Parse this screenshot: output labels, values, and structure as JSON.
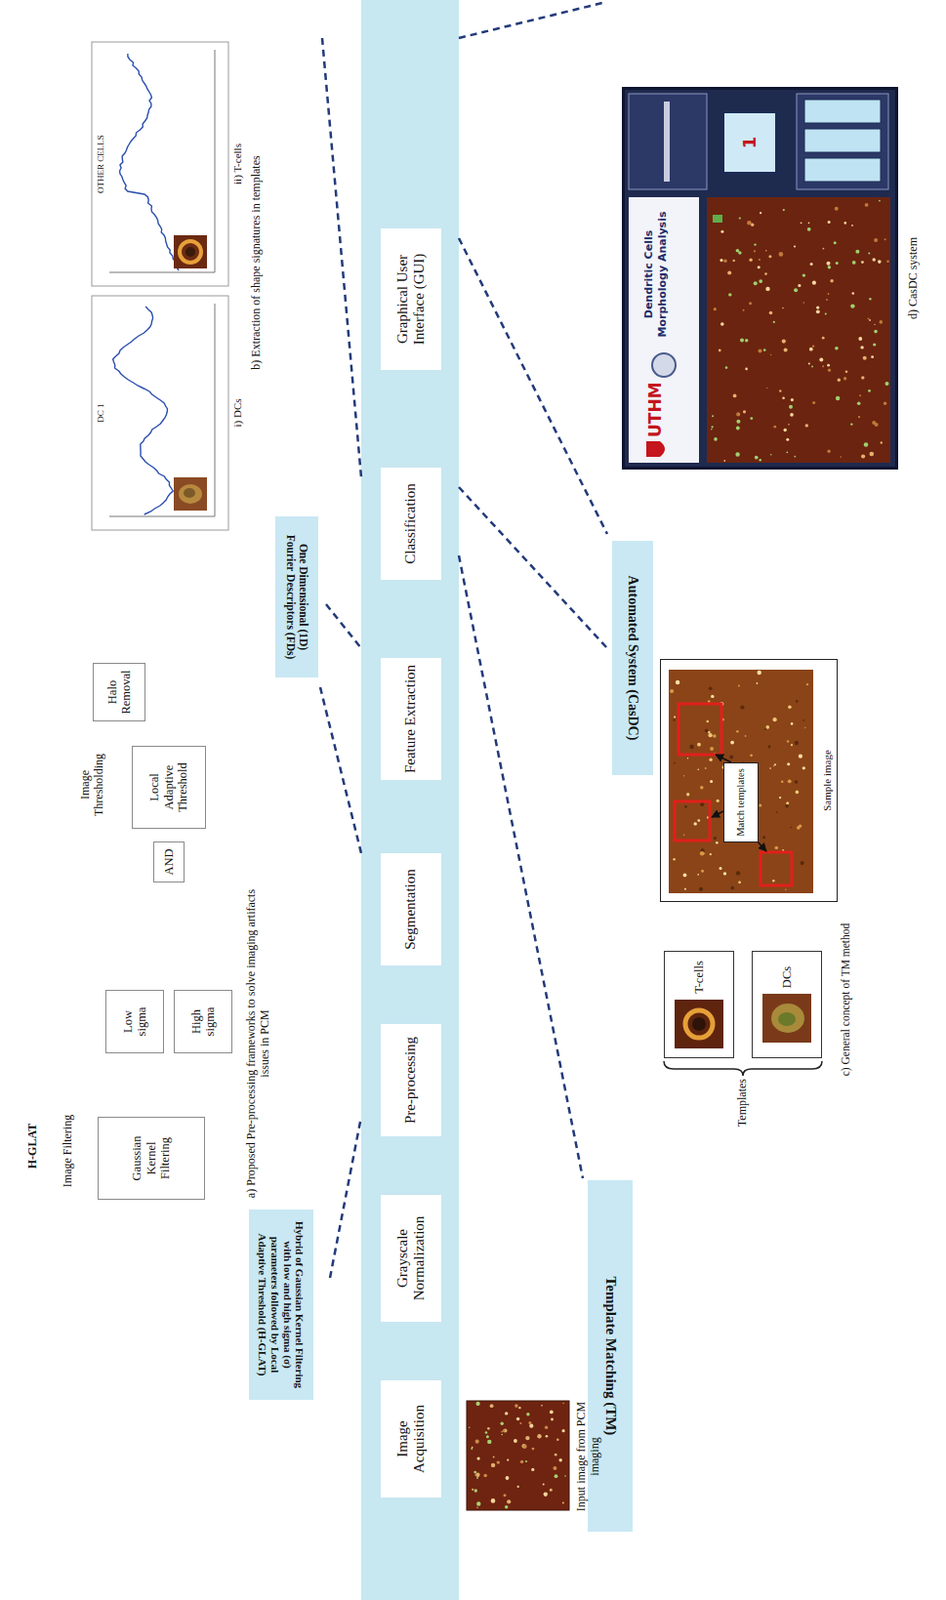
{
  "diagram": {
    "nodes": [
      {
        "text": [
          "Image Acquisition"
        ]
      },
      {
        "text": [
          "Grayscale Normalization"
        ]
      },
      {
        "text": [
          "Pre-processing"
        ]
      },
      {
        "text": [
          "Segmentation"
        ]
      },
      {
        "text": [
          "Feature Extraction"
        ]
      },
      {
        "text": [
          "Classification"
        ]
      },
      {
        "text": [
          "Graphical User Interface (GUI)"
        ]
      },
      {
        "text": [
          "Hybrid of Gaussian Kernel Filtering with low and high sigma (σ) parameters followed by Local Adaptive Threshold (H-GLAT)"
        ]
      },
      {
        "text": [
          "Gaussian Kernel Filtering"
        ]
      },
      {
        "text": [
          "Low sigma"
        ]
      },
      {
        "text": [
          "High sigma"
        ]
      },
      {
        "text": [
          "AND"
        ]
      },
      {
        "text": [
          "Local Adaptive Threshold"
        ]
      },
      {
        "text": [
          "Halo Removal"
        ]
      },
      {
        "text": [
          "One Dimensional (1D) Fourier Descriptors (FDs)"
        ]
      },
      {
        "text": [
          "Template Matching (TM)"
        ]
      },
      {
        "text": [
          "T-cells"
        ]
      },
      {
        "text": [
          "DCs"
        ]
      },
      {
        "text": [
          "Sample image"
        ]
      },
      {
        "text": [
          "Match templates"
        ],
        "in": 18
      },
      {
        "text": [
          "Automated System (CasDC)"
        ]
      },
      {
        "text": [
          "UTHM",
          "Dendritic Cells Morphology Analysis"
        ]
      },
      {
        "text": [
          "1"
        ],
        "in": 21
      }
    ],
    "edges": [
      {
        "from": 0,
        "to": 1,
        "arrow": "to"
      },
      {
        "from": 1,
        "to": 2,
        "arrow": "to"
      },
      {
        "from": 2,
        "to": 3,
        "arrow": "to"
      },
      {
        "from": 3,
        "to": 4,
        "arrow": "to"
      },
      {
        "from": 4,
        "to": 5,
        "arrow": "to"
      },
      {
        "from": 5,
        "to": 6,
        "arrow": "to"
      },
      {
        "from": 8,
        "to": 9,
        "arrow": "to"
      },
      {
        "from": 8,
        "to": 10,
        "arrow": "to"
      },
      {
        "from": 9,
        "to": 11,
        "arrow": "to"
      },
      {
        "from": 10,
        "to": 11,
        "arrow": "to"
      },
      {
        "from": 11,
        "to": 12,
        "arrow": "to"
      },
      {
        "from": 12,
        "to": 13,
        "arrow": "to"
      }
    ],
    "labels": [
      "H-GLAT",
      "Image Filtering",
      "Image Thresholding",
      "a) Proposed Pre-processing frameworks to solve imaging artifacts issues in PCM",
      "Input image from PCM imaging",
      "DC 1",
      "OTHER CELLS",
      "i) DCs",
      "ii) T-cells",
      "b) Extraction of shape signatures in templates",
      "Templates",
      "c) General concept of TM method",
      "d) CasDC system"
    ]
  }
}
